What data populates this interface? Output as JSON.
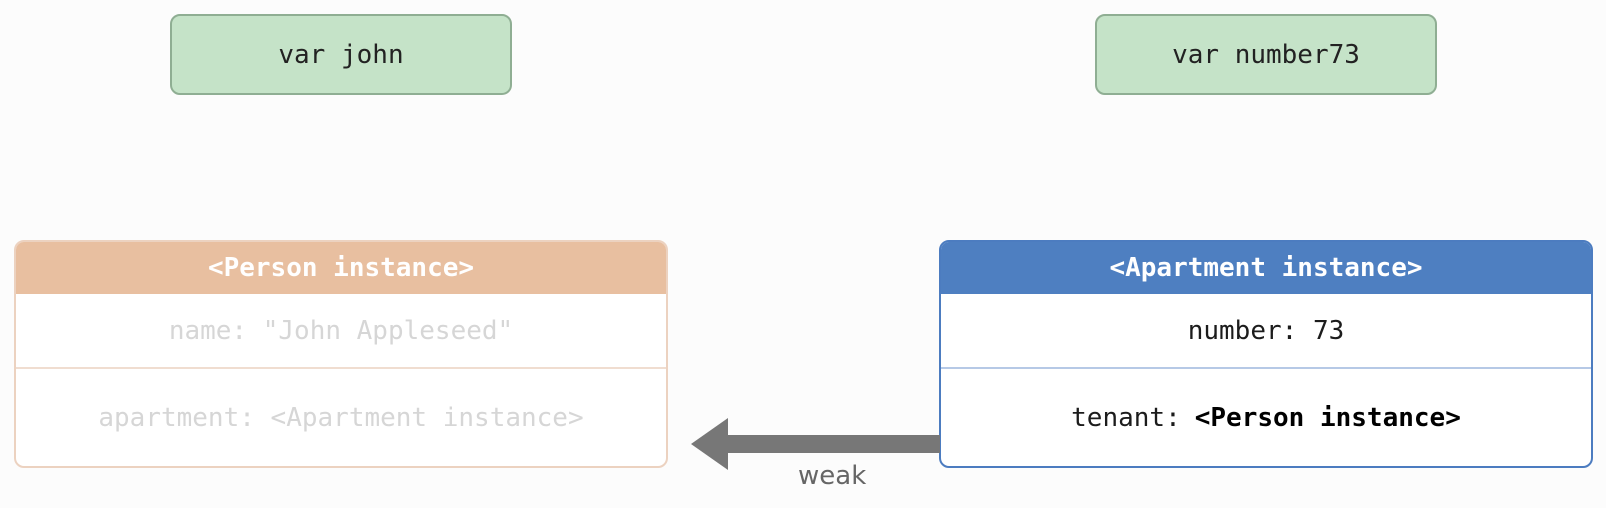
{
  "variables": {
    "john": "var john",
    "number73": "var number73"
  },
  "person": {
    "header": "<Person instance>",
    "name_row": "name: \"John Appleseed\"",
    "apartment_row": "apartment: <Apartment instance>"
  },
  "apartment": {
    "header": "<Apartment instance>",
    "number_row": "number: 73",
    "tenant_label": "tenant:",
    "tenant_value": "<Person instance>"
  },
  "arrow": {
    "label": "weak",
    "color": "#777777"
  },
  "colors": {
    "variable_fill": "#c5e3c8",
    "person_header": "#e8bfa0",
    "apartment_header": "#4e7fc1"
  }
}
